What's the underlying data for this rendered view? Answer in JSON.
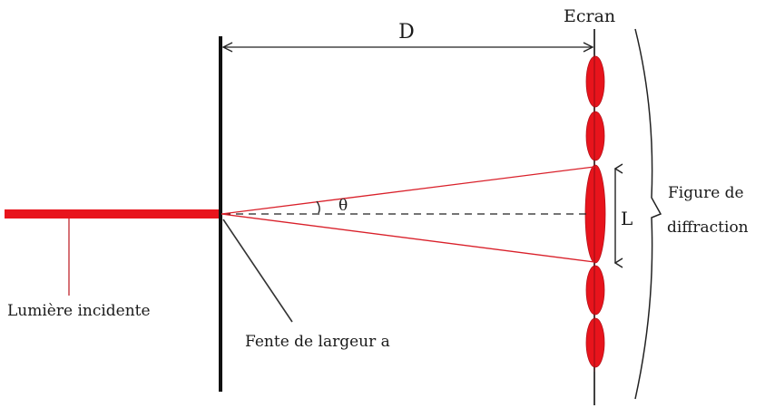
{
  "labels": {
    "distance": "D",
    "screen": "Ecran",
    "angle": "θ",
    "central_width": "L",
    "pattern_line1": "Figure de",
    "pattern_line2": "diffraction",
    "incident_light": "Lumière incidente",
    "slit": "Fente de largeur a"
  },
  "colors": {
    "light": "#e8141c",
    "ray": "#d9202a",
    "ink": "#111111",
    "background": "#ffffff"
  }
}
